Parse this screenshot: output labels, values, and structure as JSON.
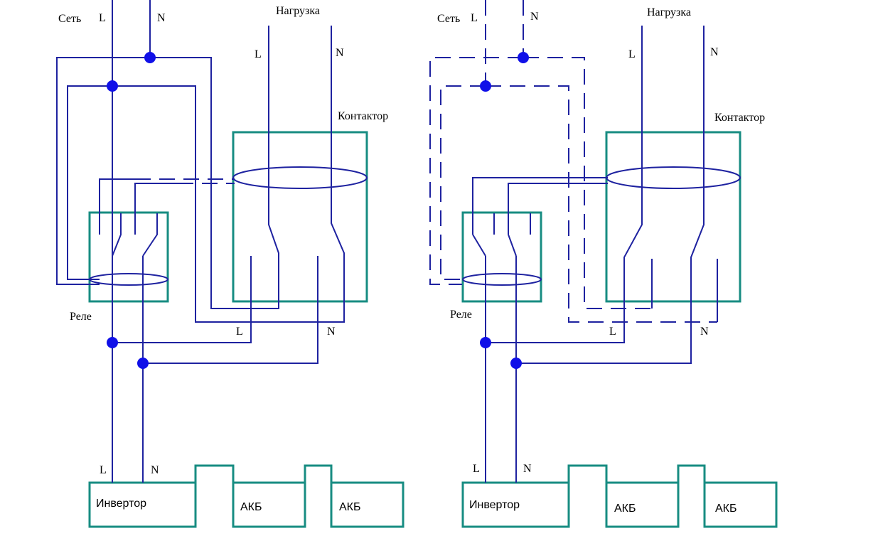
{
  "colors": {
    "wire": "#1e22a0",
    "box": "#178c82",
    "dot": "#1010e8",
    "text": "#000000"
  },
  "left_diagram": {
    "mains_label": "Сеть",
    "mains_L": "L",
    "mains_N": "N",
    "load_label": "Нагрузка",
    "load_L": "L",
    "load_N": "N",
    "contactor_label": "Контактор",
    "relay_label": "Реле",
    "out_L": "L",
    "out_N": "N",
    "inv_L": "L",
    "inv_N": "N",
    "inverter_label": "Инвертор",
    "battery1_label": "АКБ",
    "battery2_label": "АКБ"
  },
  "right_diagram": {
    "mains_label": "Сеть",
    "mains_L": "L",
    "mains_N": "N",
    "load_label": "Нагрузка",
    "load_L": "L",
    "load_N": "N",
    "contactor_label": "Контактор",
    "relay_label": "Реле",
    "out_L": "L",
    "out_N": "N",
    "inv_L": "L",
    "inv_N": "N",
    "inverter_label": "Инвертор",
    "battery1_label": "АКБ",
    "battery2_label": "АКБ"
  }
}
